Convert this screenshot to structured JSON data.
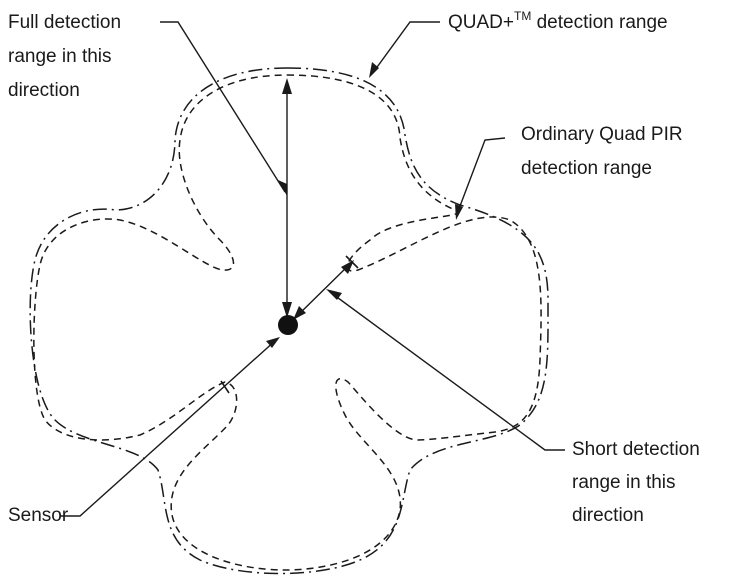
{
  "labels": {
    "full_range_line1": "Full detection",
    "full_range_line2": "range in this",
    "full_range_line3": "direction",
    "quad_plus_prefix": "QUAD+",
    "quad_plus_tm": "TM",
    "quad_plus_suffix": " detection range",
    "ordinary_line1": "Ordinary Quad PIR",
    "ordinary_line2": "detection range",
    "short_range_line1": "Short detection",
    "short_range_line2": "range in this",
    "short_range_line3": "direction",
    "sensor": "Sensor"
  }
}
